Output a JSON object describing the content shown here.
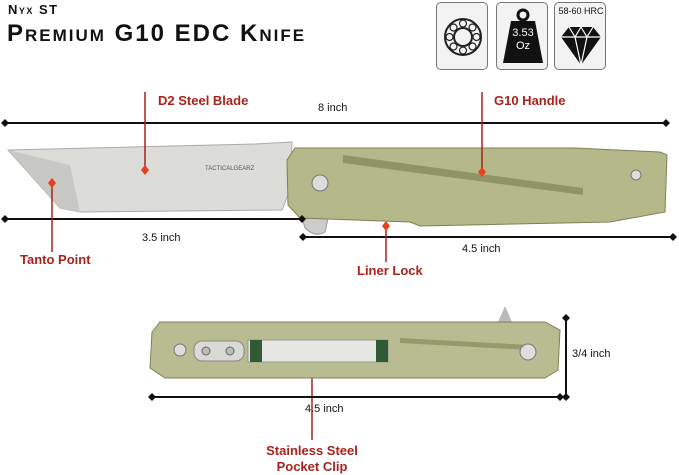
{
  "header": {
    "subtitle": "Nyx ST",
    "title": "Premium G10 EDC Knife"
  },
  "badges": [
    {
      "icon": "ball-bearing-icon"
    },
    {
      "icon": "weight-icon",
      "value": "3.53",
      "unit": "Oz"
    },
    {
      "icon": "diamond-icon",
      "label": "58-60 HRC"
    }
  ],
  "dimensions": {
    "overall": "8 inch",
    "blade": "3.5 inch",
    "handle": "4.5 inch",
    "closed_length": "4.5 inch",
    "thickness": "3/4 inch"
  },
  "callouts": {
    "blade": "D2 Steel Blade",
    "handle": "G10 Handle",
    "tip": "Tanto Point",
    "lock": "Liner Lock",
    "clip_line1": "Stainless Steel",
    "clip_line2": "Pocket Clip"
  },
  "brand_mark": "TACTICALGEARZ",
  "colors": {
    "accent_red": "#a8231d",
    "handle_green": "#b5b98a",
    "dot": "#e8401c"
  }
}
